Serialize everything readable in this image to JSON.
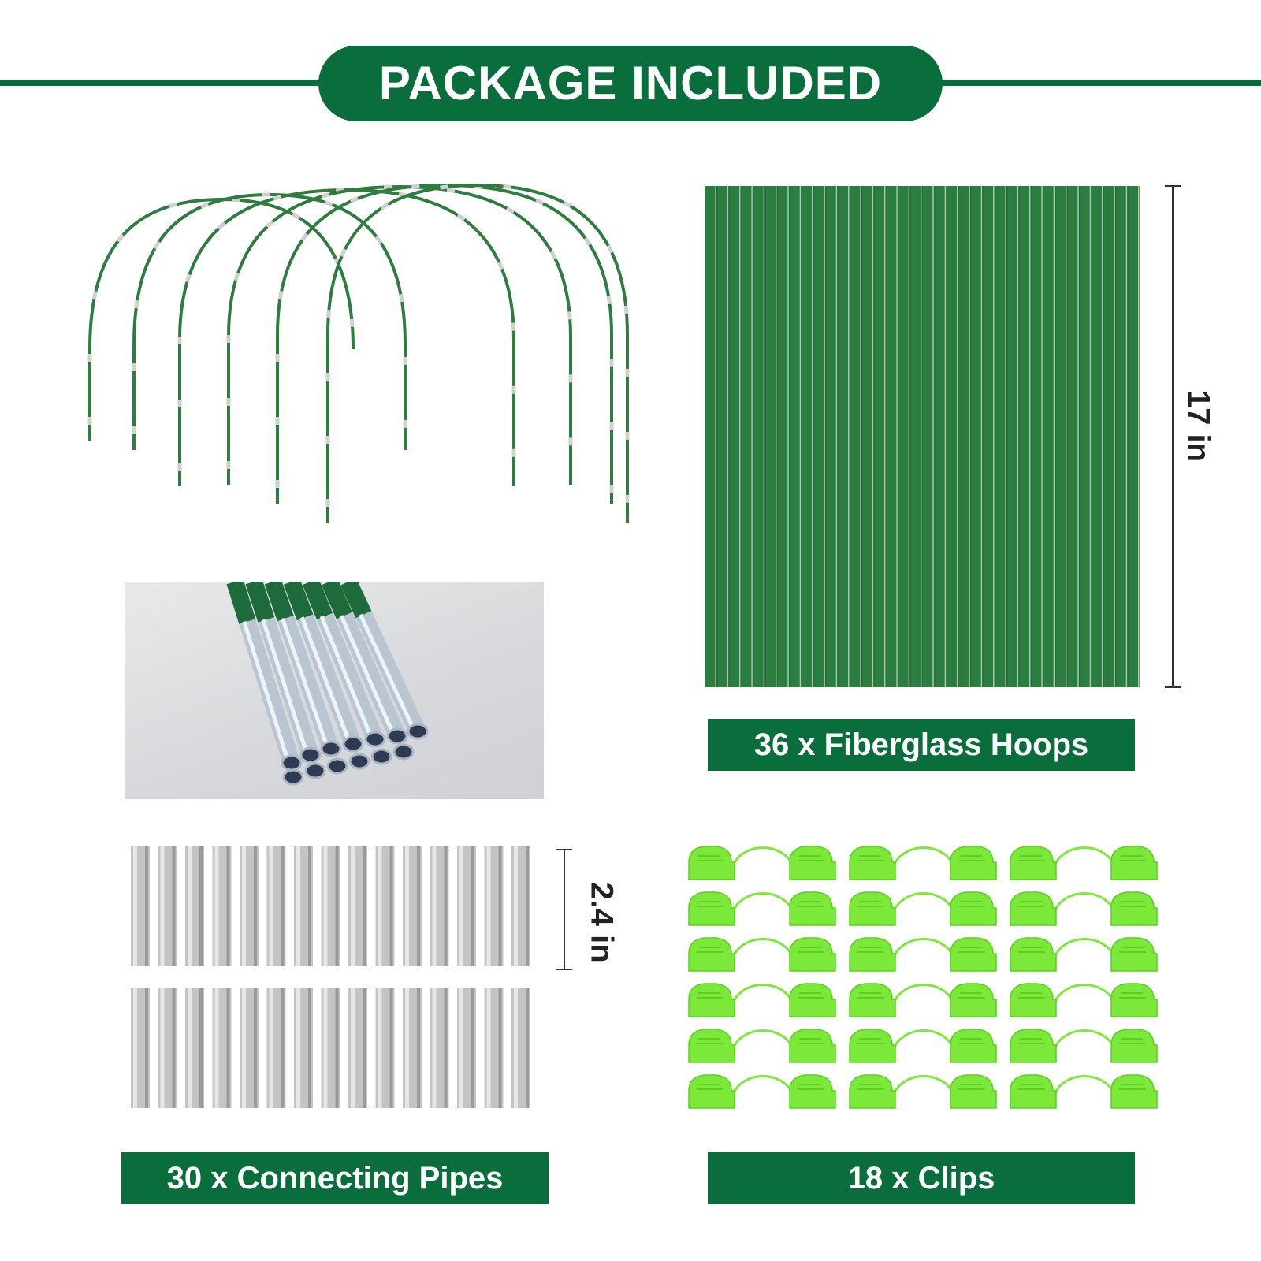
{
  "header": {
    "title": "PACKAGE INCLUDED"
  },
  "items": {
    "hoops_label": "36 x Fiberglass Hoops",
    "pipes_label": "30 x Connecting Pipes",
    "clips_label": "18 x Clips"
  },
  "dimensions": {
    "hoop_length": "17 in",
    "pipe_length": "2.4 in"
  },
  "colors": {
    "brand_green": "#0a6e3c",
    "hoop_green": "#2e7d3e",
    "clip_green": "#7be83a",
    "pipe_silver": "#c4c4c4"
  }
}
